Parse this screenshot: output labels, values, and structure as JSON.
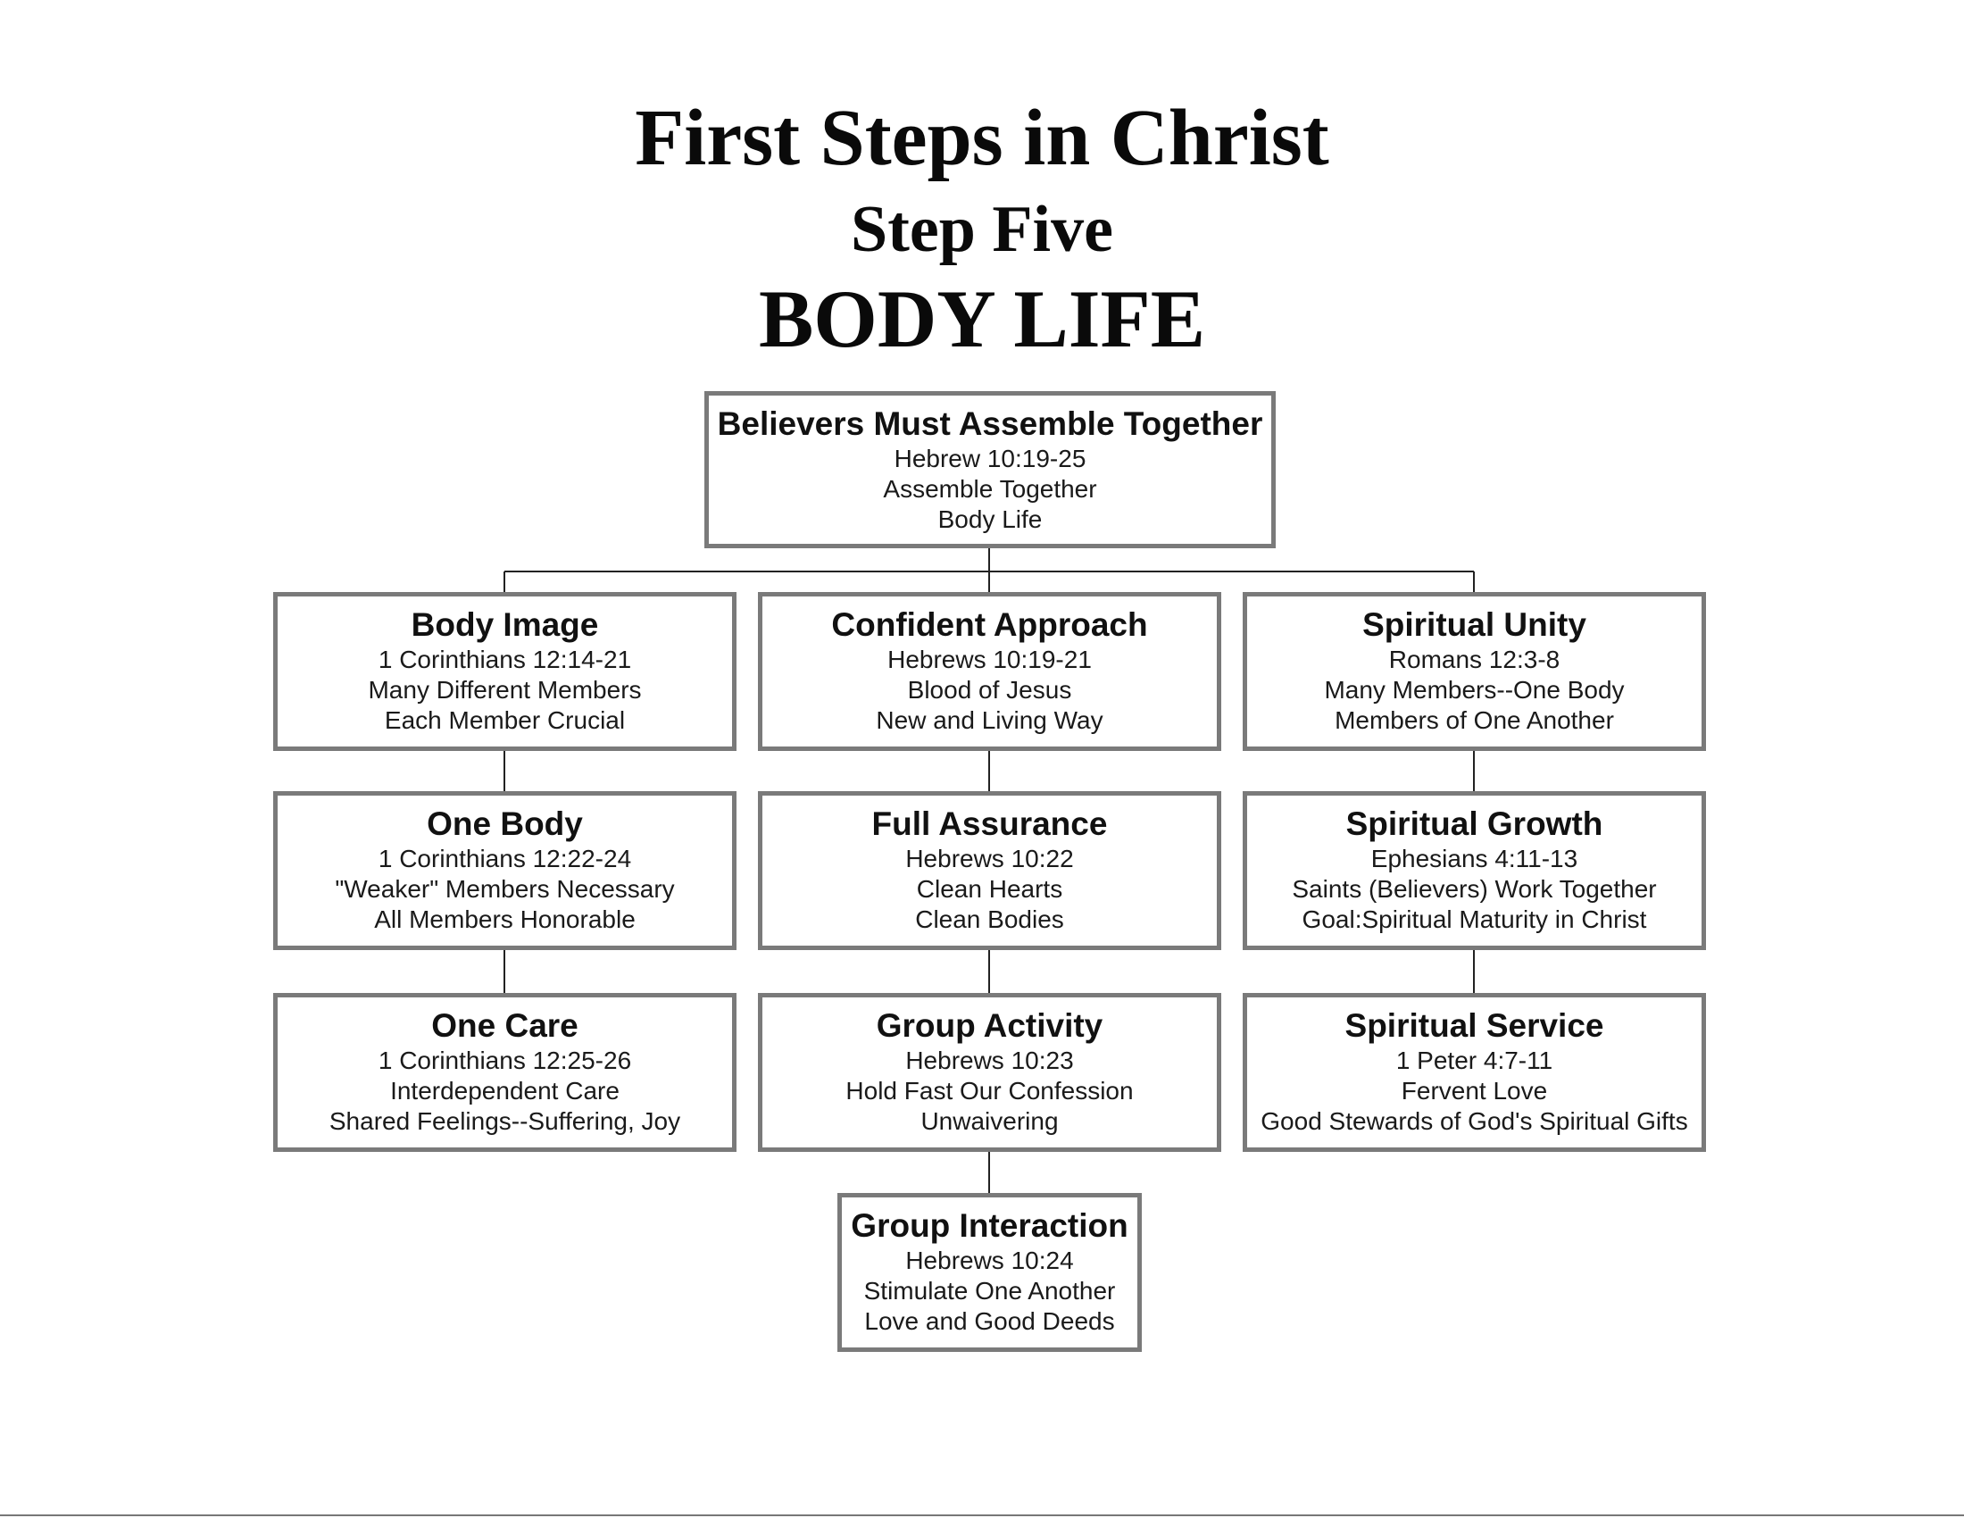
{
  "header": {
    "title": "First Steps in Christ",
    "subtitle": "Step Five",
    "topic": "BODY LIFE"
  },
  "root": {
    "title": "Believers Must Assemble Together",
    "lines": [
      "Hebrew 10:19-25",
      "Assemble Together",
      "Body Life"
    ]
  },
  "columns": [
    {
      "nodes": [
        {
          "title": "Body Image",
          "lines": [
            "1 Corinthians 12:14-21",
            "Many Different Members",
            "Each Member Crucial"
          ]
        },
        {
          "title": "One Body",
          "lines": [
            "1 Corinthians 12:22-24",
            "\"Weaker\" Members Necessary",
            "All Members Honorable"
          ]
        },
        {
          "title": "One Care",
          "lines": [
            "1 Corinthians 12:25-26",
            "Interdependent Care",
            "Shared Feelings--Suffering, Joy"
          ]
        }
      ]
    },
    {
      "nodes": [
        {
          "title": "Confident Approach",
          "lines": [
            "Hebrews 10:19-21",
            "Blood of Jesus",
            "New and Living Way"
          ]
        },
        {
          "title": "Full Assurance",
          "lines": [
            "Hebrews 10:22",
            "Clean Hearts",
            "Clean Bodies"
          ]
        },
        {
          "title": "Group Activity",
          "lines": [
            "Hebrews 10:23",
            "Hold Fast Our Confession",
            "Unwaivering"
          ]
        },
        {
          "title": "Group Interaction",
          "lines": [
            "Hebrews 10:24",
            "Stimulate One Another",
            "Love and Good Deeds"
          ]
        }
      ]
    },
    {
      "nodes": [
        {
          "title": "Spiritual Unity",
          "lines": [
            "Romans 12:3-8",
            "Many Members--One Body",
            "Members of One Another"
          ]
        },
        {
          "title": "Spiritual Growth",
          "lines": [
            "Ephesians 4:11-13",
            "Saints (Believers) Work Together",
            "Goal:Spiritual Maturity in Christ"
          ]
        },
        {
          "title": "Spiritual Service",
          "lines": [
            "1 Peter 4:7-11",
            "Fervent Love",
            "Good Stewards of God's Spiritual Gifts"
          ]
        }
      ]
    }
  ]
}
